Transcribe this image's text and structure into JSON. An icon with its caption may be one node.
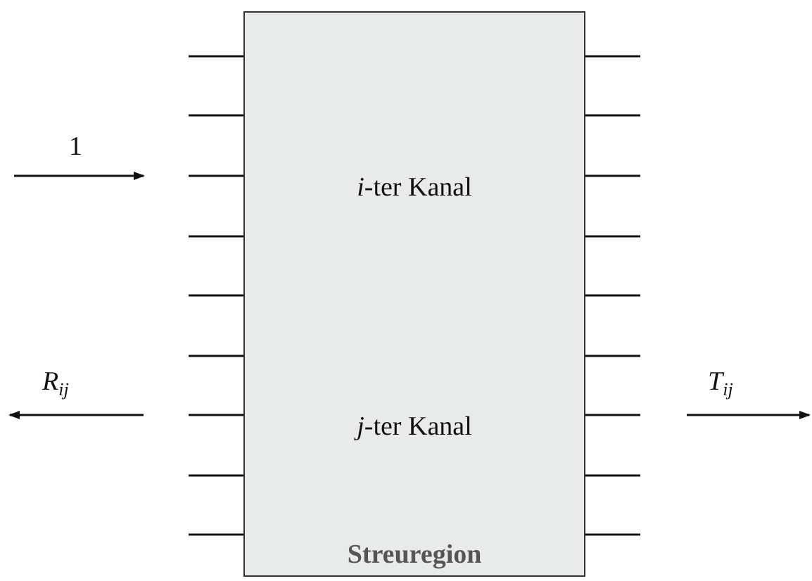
{
  "diagram": {
    "nodes": [
      {
        "text": [
          "*i*-ter Kanal",
          "*j*-ter Kanal",
          "Streuregion"
        ]
      }
    ],
    "labels": [
      "1",
      "R$_{ij}$",
      "T$_{ij}$"
    ]
  }
}
